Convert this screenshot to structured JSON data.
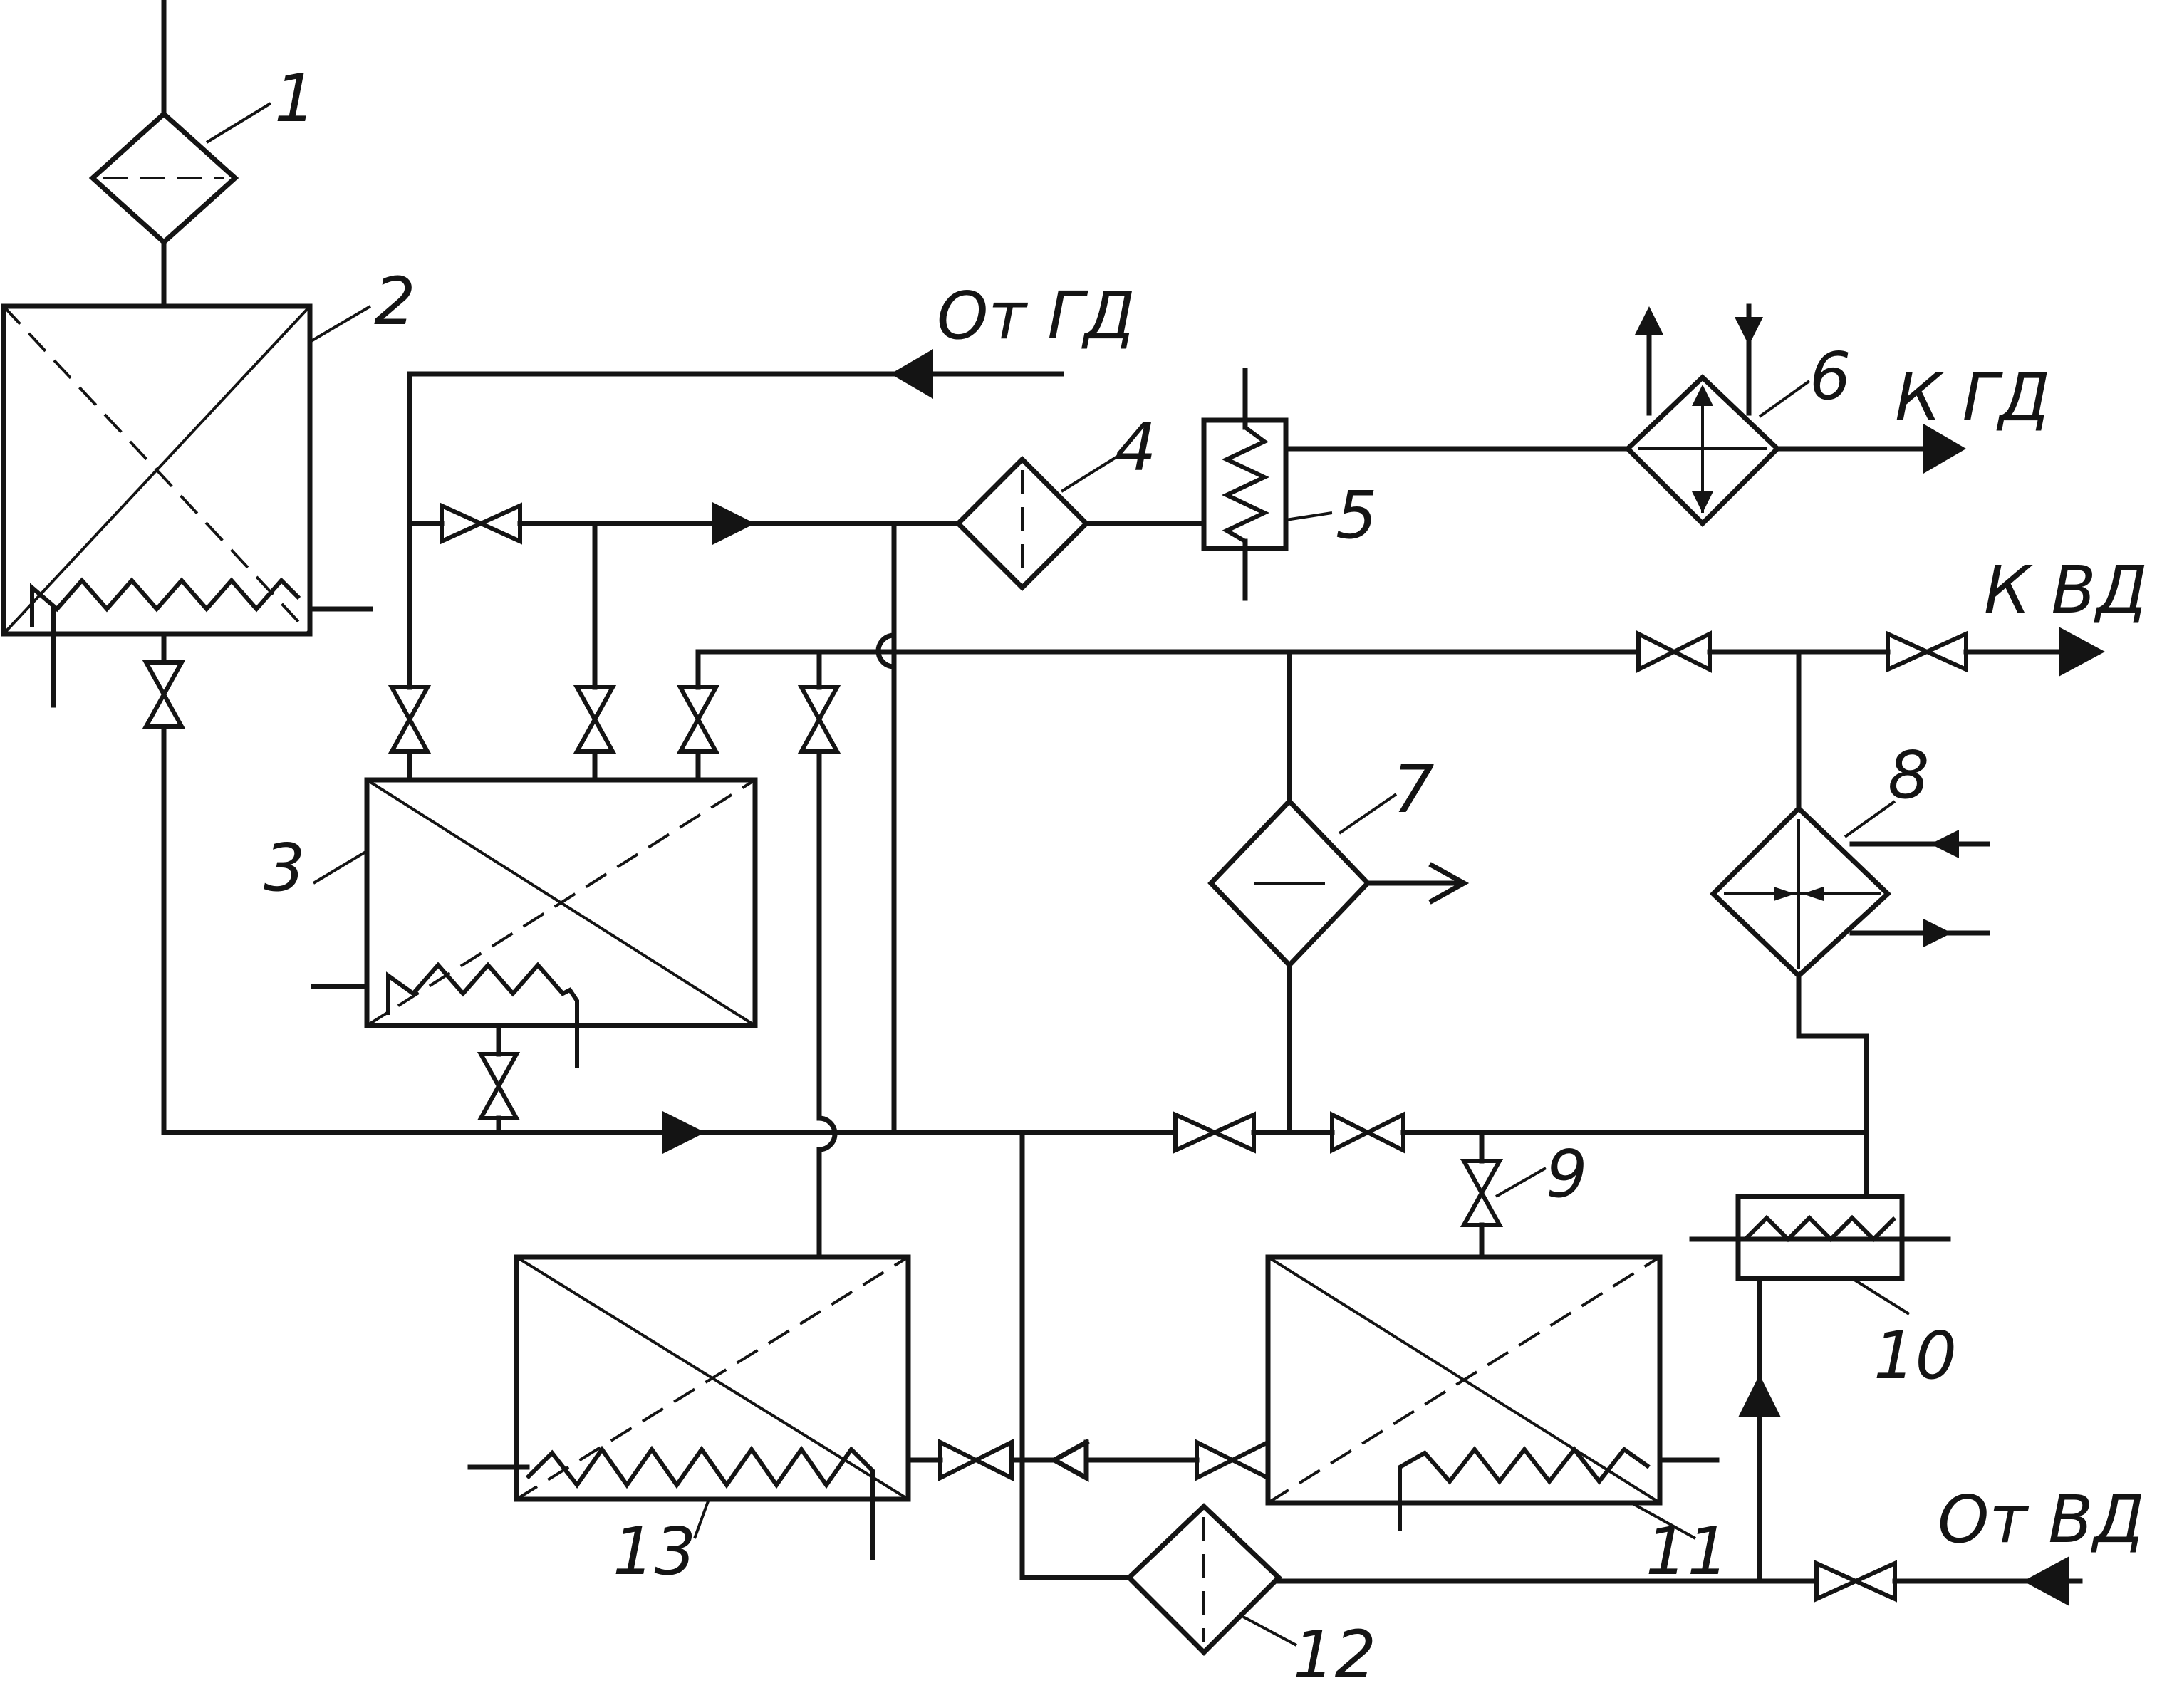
{
  "diagram": {
    "components": [
      {
        "id": "1",
        "label": "1"
      },
      {
        "id": "2",
        "label": "2"
      },
      {
        "id": "3",
        "label": "3"
      },
      {
        "id": "4",
        "label": "4"
      },
      {
        "id": "5",
        "label": "5"
      },
      {
        "id": "6",
        "label": "6"
      },
      {
        "id": "7",
        "label": "7"
      },
      {
        "id": "8",
        "label": "8"
      },
      {
        "id": "9",
        "label": "9"
      },
      {
        "id": "10",
        "label": "10"
      },
      {
        "id": "11",
        "label": "11"
      },
      {
        "id": "12",
        "label": "12"
      },
      {
        "id": "13",
        "label": "13"
      }
    ],
    "external": {
      "from_gd": "От ГД",
      "to_gd": "К ГД",
      "to_vd": "К ВД",
      "from_vd": "От ВД"
    }
  }
}
